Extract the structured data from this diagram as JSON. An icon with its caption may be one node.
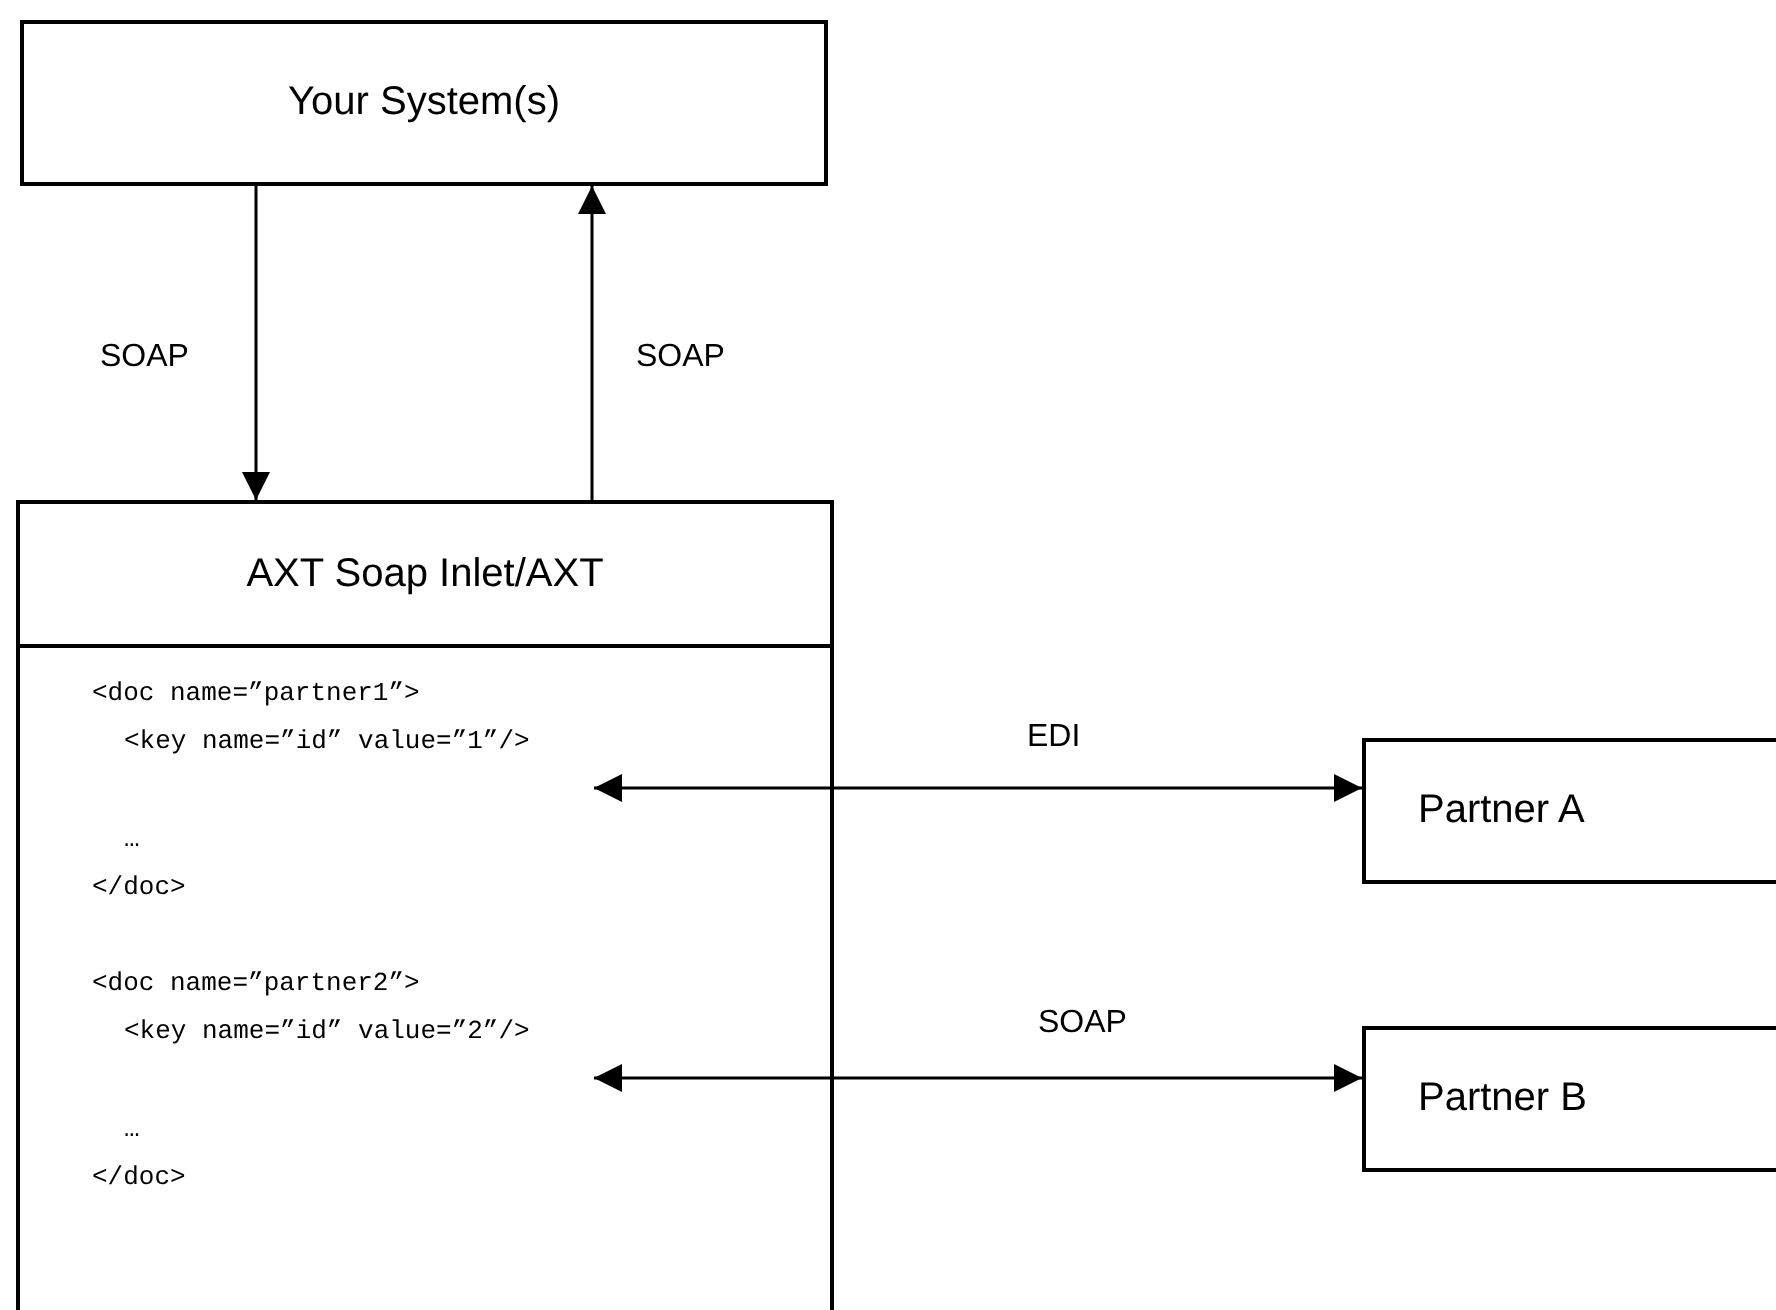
{
  "diagram": {
    "nodes": [
      {
        "text": [
          "Your System(s)"
        ]
      },
      {
        "text": [
          "AXT Soap Inlet/AXT"
        ]
      },
      {
        "text": [
          "<doc name=”partner1”>",
          "<key name=”id” value=”1”/>",
          "…",
          "</doc>"
        ],
        "in": 1
      },
      {
        "text": [
          "<doc name=”partner2”>",
          "<key name=”id” value=”2”/>",
          "…",
          "</doc>"
        ],
        "in": 1
      },
      {
        "text": [
          "Partner A"
        ]
      },
      {
        "text": [
          "Partner B"
        ]
      }
    ],
    "edges": [
      {
        "from": 0,
        "to": 1,
        "arrow": "to",
        "label": "SOAP"
      },
      {
        "from": 1,
        "to": 0,
        "arrow": "to",
        "label": "SOAP"
      },
      {
        "from": 2,
        "to": 4,
        "arrow": "both",
        "label": "EDI"
      },
      {
        "from": 3,
        "to": 5,
        "arrow": "both",
        "label": "SOAP"
      }
    ]
  }
}
